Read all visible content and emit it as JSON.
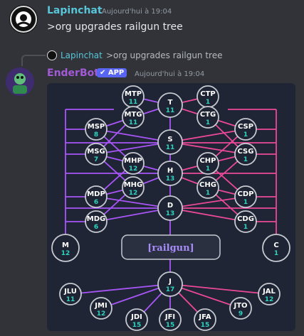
{
  "message1": {
    "author": "Lapinchat",
    "timestamp": "Aujourd'hui à 19:04",
    "text": ">org upgrades railgun tree"
  },
  "reply": {
    "author": "Lapinchat",
    "text": ">org upgrades railgun tree"
  },
  "message2": {
    "author": "EnderBot",
    "badge": "✔ APP",
    "timestamp": "Aujourd'hui à 19:04"
  },
  "tree": {
    "title": "[railgun]",
    "nodes": {
      "MTP": {
        "label": "MTP",
        "value": "11"
      },
      "MTG": {
        "label": "MTG",
        "value": "11"
      },
      "T": {
        "label": "T",
        "value": "11"
      },
      "CTP": {
        "label": "CTP",
        "value": "1"
      },
      "CTG": {
        "label": "CTG",
        "value": "1"
      },
      "MSP": {
        "label": "MSP",
        "value": "8"
      },
      "MSG": {
        "label": "MSG",
        "value": "7"
      },
      "S": {
        "label": "S",
        "value": "11"
      },
      "CSP": {
        "label": "CSP",
        "value": "1"
      },
      "CSG": {
        "label": "CSG",
        "value": "1"
      },
      "MHP": {
        "label": "MHP",
        "value": "12"
      },
      "MHG": {
        "label": "MHG",
        "value": "12"
      },
      "H": {
        "label": "H",
        "value": "13"
      },
      "CHP": {
        "label": "CHP",
        "value": "1"
      },
      "CHG": {
        "label": "CHG",
        "value": "1"
      },
      "MDP": {
        "label": "MDP",
        "value": "6"
      },
      "MDG": {
        "label": "MDG",
        "value": "6"
      },
      "D": {
        "label": "D",
        "value": "13"
      },
      "CDP": {
        "label": "CDP",
        "value": "1"
      },
      "CDG": {
        "label": "CDG",
        "value": "1"
      },
      "M": {
        "label": "M",
        "value": "12"
      },
      "C": {
        "label": "C",
        "value": "1"
      },
      "J": {
        "label": "J",
        "value": "17"
      },
      "JLU": {
        "label": "JLU",
        "value": "11"
      },
      "JMI": {
        "label": "JMI",
        "value": "12"
      },
      "JDI": {
        "label": "JDI",
        "value": "15"
      },
      "JFI": {
        "label": "JFI",
        "value": "15"
      },
      "JFA": {
        "label": "JFA",
        "value": "15"
      },
      "JTO": {
        "label": "JTO",
        "value": "9"
      },
      "JAL": {
        "label": "JAL",
        "value": "12"
      }
    },
    "colors": {
      "background": "#1f2535",
      "node_fill": "#1e2433",
      "node_stroke": "#c7c9d1",
      "edge_left": "#a855f7",
      "edge_right": "#ec4899",
      "label": "#ffffff",
      "value": "#2dd4bf"
    }
  }
}
